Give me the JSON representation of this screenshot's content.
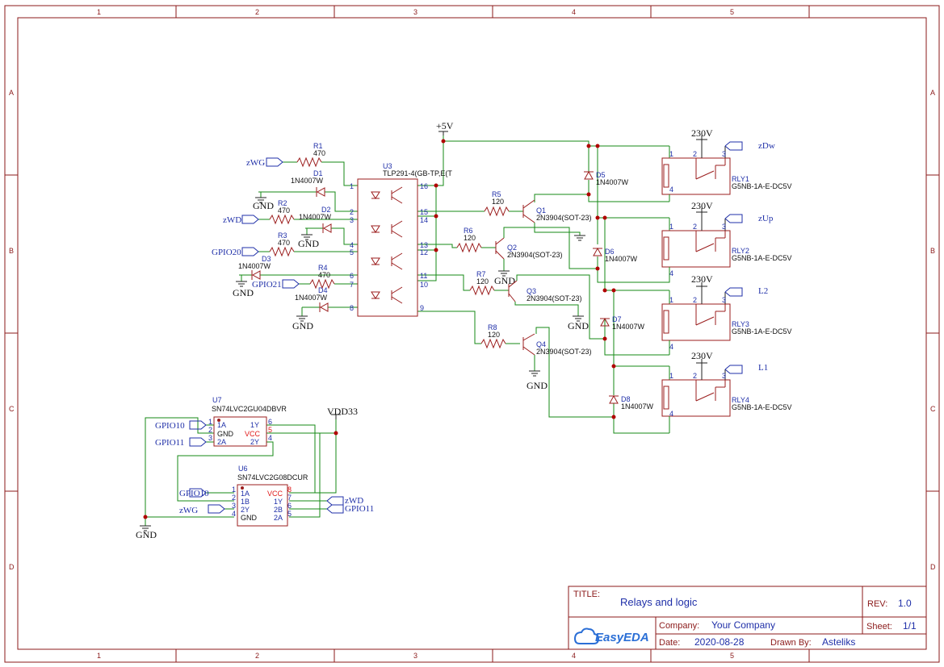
{
  "sheet": {
    "zone_cols": [
      "1",
      "2",
      "3",
      "4",
      "5"
    ],
    "zone_rows": [
      "A",
      "B",
      "C",
      "D"
    ]
  },
  "title_block": {
    "title_label": "TITLE:",
    "title": "Relays and logic",
    "rev_label": "REV:",
    "rev": "1.0",
    "company_label": "Company:",
    "company": "Your Company",
    "sheet_label": "Sheet:",
    "sheet": "1/1",
    "date_label": "Date:",
    "date": "2020-08-28",
    "drawn_label": "Drawn By:",
    "drawn_by": "Asteliks",
    "logo": "EasyEDA"
  },
  "nets": {
    "p5v": "+5V",
    "zwg": "zWG",
    "zwd": "zWD",
    "gpio20": "GPIO20",
    "gpio21": "GPIO21",
    "gnd": "GND",
    "v230": "230V",
    "zdw": "zDw",
    "zup": "zUp",
    "l2": "L2",
    "l1": "L1",
    "vdd33": "VDD33",
    "gpio10": "GPIO10",
    "gpio11": "GPIO11"
  },
  "parts": {
    "r1": {
      "ref": "R1",
      "val": "470"
    },
    "r2": {
      "ref": "R2",
      "val": "470"
    },
    "r3": {
      "ref": "R3",
      "val": "470"
    },
    "r4": {
      "ref": "R4",
      "val": "470"
    },
    "r5": {
      "ref": "R5",
      "val": "120"
    },
    "r6": {
      "ref": "R6",
      "val": "120"
    },
    "r7": {
      "ref": "R7",
      "val": "120"
    },
    "r8": {
      "ref": "R8",
      "val": "120"
    },
    "d1": {
      "ref": "D1",
      "val": "1N4007W"
    },
    "d2": {
      "ref": "D2",
      "val": "1N4007W"
    },
    "d3": {
      "ref": "D3",
      "val": "1N4007W"
    },
    "d4": {
      "ref": "D4",
      "val": "1N4007W"
    },
    "d5": {
      "ref": "D5",
      "val": "1N4007W"
    },
    "d6": {
      "ref": "D6",
      "val": "1N4007W"
    },
    "d7": {
      "ref": "D7",
      "val": "1N4007W"
    },
    "d8": {
      "ref": "D8",
      "val": "1N4007W"
    },
    "q1": {
      "ref": "Q1",
      "val": "2N3904(SOT-23)"
    },
    "q2": {
      "ref": "Q2",
      "val": "2N3904(SOT-23)"
    },
    "q3": {
      "ref": "Q3",
      "val": "2N3904(SOT-23)"
    },
    "q4": {
      "ref": "Q4",
      "val": "2N3904(SOT-23)"
    },
    "u3": {
      "ref": "U3",
      "val": "TLP291-4(GB-TP,E(T"
    },
    "rly1": {
      "ref": "RLY1",
      "val": "G5NB-1A-E-DC5V"
    },
    "rly2": {
      "ref": "RLY2",
      "val": "G5NB-1A-E-DC5V"
    },
    "rly3": {
      "ref": "RLY3",
      "val": "G5NB-1A-E-DC5V"
    },
    "rly4": {
      "ref": "RLY4",
      "val": "G5NB-1A-E-DC5V"
    },
    "u7": {
      "ref": "U7",
      "val": "SN74LVC2GU04DBVR",
      "pins_left": [
        "1A",
        "GND",
        "2A"
      ],
      "pins_right": [
        "1Y",
        "VCC",
        "2Y"
      ]
    },
    "u6": {
      "ref": "U6",
      "val": "SN74LVC2G08DCUR",
      "pins_left": [
        "1A",
        "1B",
        "2Y",
        "GND"
      ],
      "pins_right": [
        "VCC",
        "1Y",
        "2B",
        "2A"
      ]
    }
  }
}
